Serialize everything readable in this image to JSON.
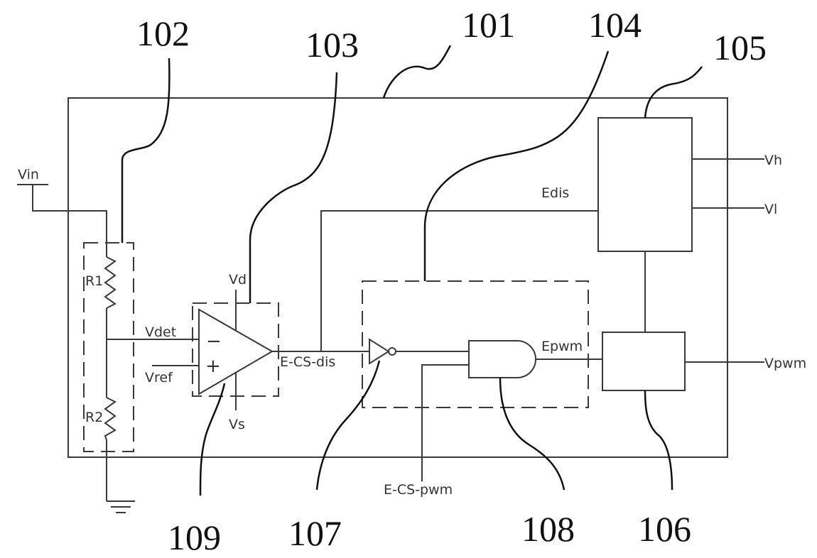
{
  "reference_numerals": {
    "chip": "101",
    "divider": "102",
    "comparator_block": "103",
    "logic_block": "104",
    "driver_upper": "105",
    "driver_lower": "106",
    "inverter": "107",
    "and_gate": "108",
    "comparator": "109"
  },
  "signals": {
    "vin": "Vin",
    "r1": "R1",
    "r2": "R2",
    "vdet": "Vdet",
    "vref": "Vref",
    "vd": "Vd",
    "vs": "Vs",
    "e_cs_dis": "E-CS-dis",
    "e_cs_pwm": "E-CS-pwm",
    "edis": "Edis",
    "epwm": "Epwm",
    "vh": "Vh",
    "vl": "Vl",
    "vpwm": "Vpwm"
  },
  "symbols": {
    "minus": "−",
    "plus": "+"
  }
}
